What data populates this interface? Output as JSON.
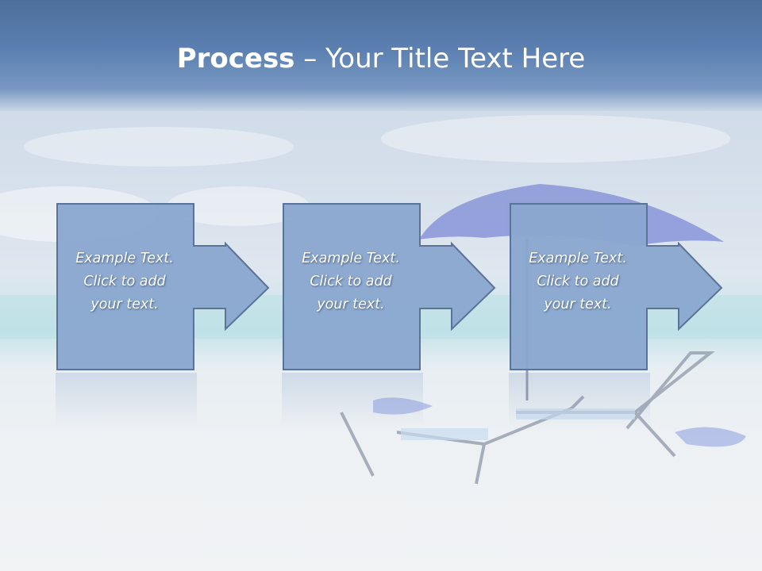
{
  "slide": {
    "title_bold": "Process",
    "title_rest": " – Your Title Text Here",
    "steps": [
      {
        "lines": [
          "Example Text.",
          "Click  to add",
          "your text."
        ]
      },
      {
        "lines": [
          "Example Text.",
          "Click  to add",
          "your text."
        ]
      },
      {
        "lines": [
          "Example Text.",
          "Click  to add",
          "your text."
        ]
      }
    ]
  },
  "colors": {
    "header": "#5b80b1",
    "box_fill": "#8aa6cf",
    "box_stroke": "#5b7399",
    "text": "#ffffff"
  },
  "icons": [
    "right-arrow-icon",
    "beach-umbrella-icon",
    "lounge-chair-icon"
  ]
}
